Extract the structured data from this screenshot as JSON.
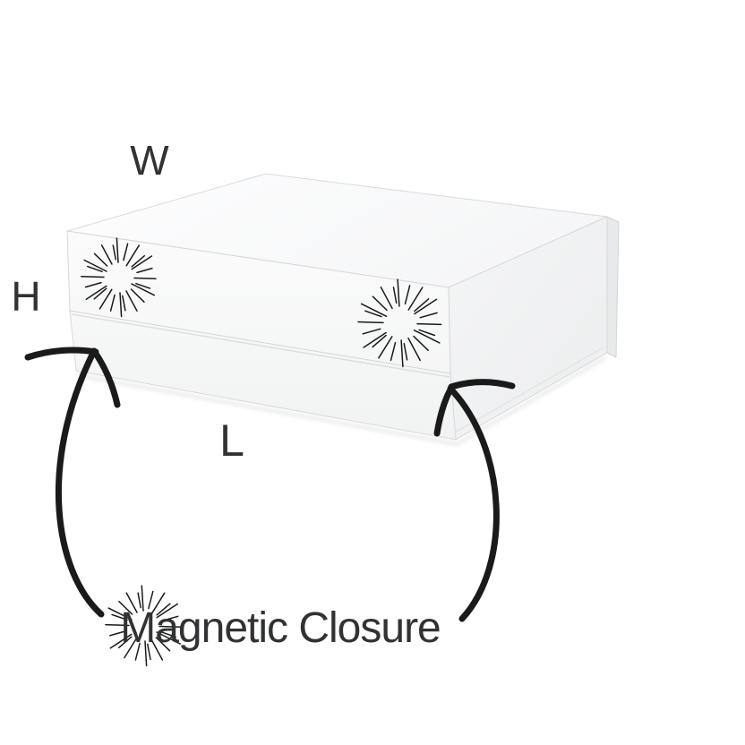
{
  "diagram": {
    "labels": {
      "width": "W",
      "height": "H",
      "length": "L"
    },
    "annotation": {
      "closure": "Magnetic Closure"
    },
    "colors": {
      "background": "#ffffff",
      "label_text": "#303234",
      "line_art": "#1a1a1a",
      "box_edge": "#d5d7d8"
    },
    "icons": {
      "magnet_left": "starburst-icon",
      "magnet_right": "starburst-icon",
      "closure_marker": "starburst-icon"
    }
  }
}
